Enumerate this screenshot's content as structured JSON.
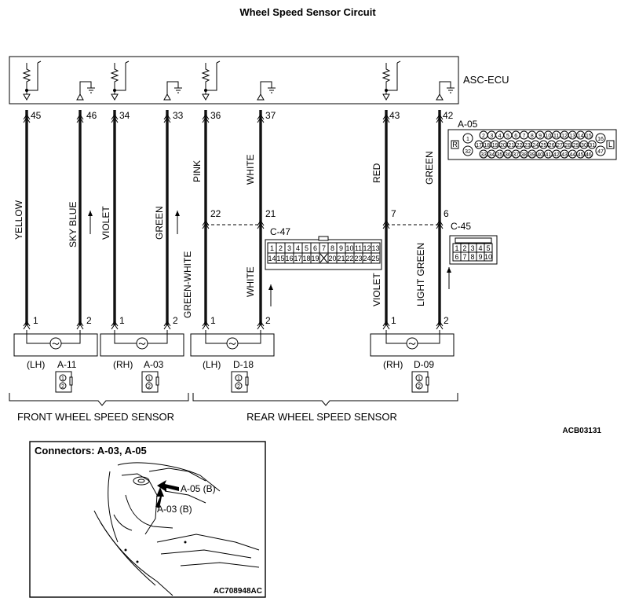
{
  "title": "Wheel Speed Sensor Circuit",
  "ecu_label": "ASC-ECU",
  "ecu_connector": "A-05",
  "pins_ecu": [
    {
      "pin": "45",
      "color": "YELLOW"
    },
    {
      "pin": "46",
      "color": "SKY BLUE"
    },
    {
      "pin": "34",
      "color": "VIOLET"
    },
    {
      "pin": "33",
      "color": "GREEN"
    },
    {
      "pin": "36",
      "color": "PINK"
    },
    {
      "pin": "37",
      "color": "WHITE"
    },
    {
      "pin": "43",
      "color": "RED"
    },
    {
      "pin": "42",
      "color": "GREEN"
    }
  ],
  "joint_connectors": [
    {
      "name": "C-47",
      "pins": [
        "22",
        "21"
      ],
      "lower_colors": [
        "GREEN-WHITE",
        "WHITE"
      ]
    },
    {
      "name": "C-45",
      "pins": [
        "7",
        "6"
      ],
      "lower_colors": [
        "VIOLET",
        "LIGHT GREEN"
      ]
    }
  ],
  "sensors": [
    {
      "side": "(LH)",
      "connector": "A-11",
      "pins": [
        "1",
        "2"
      ]
    },
    {
      "side": "(RH)",
      "connector": "A-03",
      "pins": [
        "1",
        "2"
      ]
    },
    {
      "side": "(LH)",
      "connector": "D-18",
      "pins": [
        "1",
        "2"
      ]
    },
    {
      "side": "(RH)",
      "connector": "D-09",
      "pins": [
        "1",
        "2"
      ]
    }
  ],
  "group_labels": {
    "front": "FRONT WHEEL SPEED SENSOR",
    "rear": "REAR WHEEL SPEED SENSOR"
  },
  "figure_code": "ACB03131",
  "a05_pins": {
    "r1": [
      "2",
      "3",
      "4",
      "5",
      "6",
      "7",
      "8",
      "9",
      "10",
      "11",
      "12",
      "13",
      "14",
      "15"
    ],
    "r2": [
      "17",
      "18",
      "19",
      "20",
      "21",
      "22",
      "23",
      "24",
      "25",
      "26",
      "27",
      "28",
      "29",
      "30",
      "31"
    ],
    "r3": [
      "33",
      "34",
      "35",
      "36",
      "37",
      "38",
      "39",
      "40",
      "41",
      "42",
      "43",
      "44",
      "45",
      "46"
    ],
    "left": [
      "1",
      "32"
    ],
    "right": [
      "16",
      "47"
    ],
    "marks": [
      "R",
      "L"
    ]
  },
  "c47_pins": {
    "r1": [
      "1",
      "2",
      "3",
      "4",
      "5",
      "6",
      "7",
      "8",
      "9",
      "10",
      "11",
      "12",
      "13"
    ],
    "r2": [
      "14",
      "15",
      "16",
      "17",
      "18",
      "19",
      "",
      "20",
      "21",
      "22",
      "23",
      "24",
      "25"
    ]
  },
  "c45_pins": {
    "r1": [
      "1",
      "2",
      "3",
      "4",
      "5"
    ],
    "r2": [
      "6",
      "7",
      "8",
      "9",
      "10"
    ]
  },
  "inset": {
    "title": "Connectors: A-03, A-05",
    "callout_a05": "A-05 (B)",
    "callout_a03": "A-03 (B)",
    "code": "AC708948AC"
  }
}
